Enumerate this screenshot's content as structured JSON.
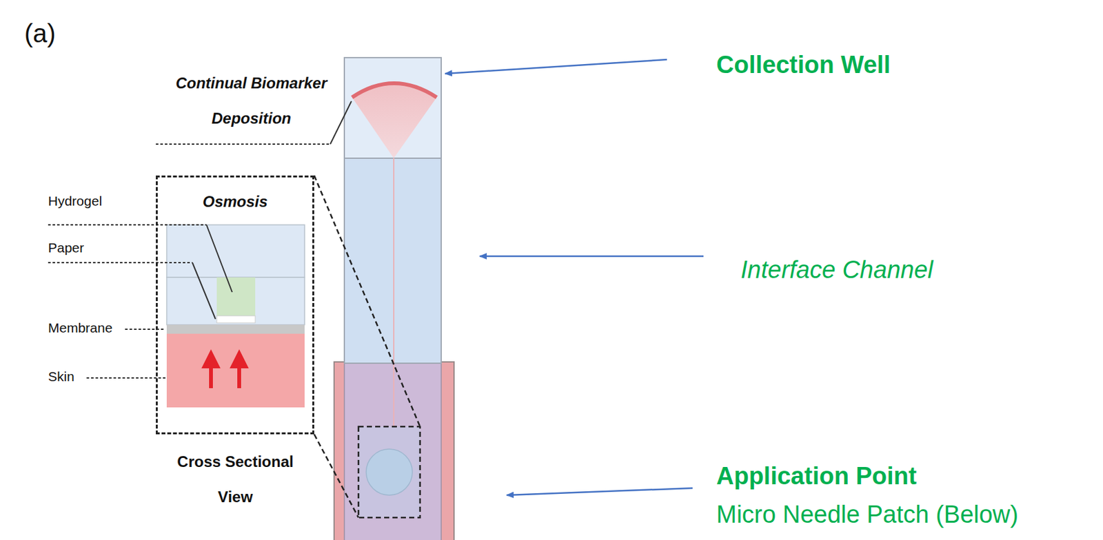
{
  "diagram": {
    "nodes": [
      {
        "text": [
          "Osmosis",
          "Cross Sectional View"
        ]
      }
    ],
    "labels": [
      "(a)",
      "Continual Biomarker Deposition",
      "Hydrogel",
      "Paper",
      "Membrane",
      "Skin",
      "Collection Well",
      "Interface Channel",
      "Application Point",
      "Micro Needle Patch (Below)"
    ]
  }
}
